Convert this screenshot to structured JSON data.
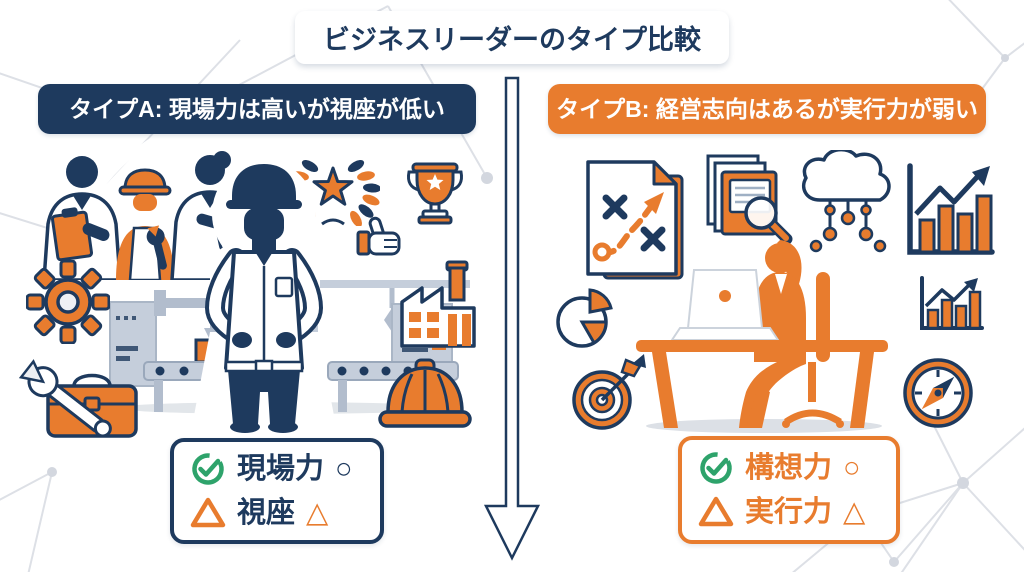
{
  "title": "ビジネスリーダーのタイプ比較",
  "colors": {
    "navy": "#1e3a5e",
    "orange": "#e87c2e",
    "green": "#2ea36b",
    "background": "#edeff3"
  },
  "center_arrow": {
    "direction": "down",
    "style": "white-long-arrow-navy-outline"
  },
  "left_panel": {
    "header": "タイプA: 現場力は高いが視座が低い",
    "illustration_icons": [
      "worker-clipboard-icon",
      "worker-hardhat-wrench-icon",
      "worker-tablet-icon",
      "laurel-star-icon",
      "trophy-icon",
      "thumbs-up-icon",
      "gear-icon",
      "factory-line-icon",
      "toolbox-wrench-icon",
      "factory-building-icon",
      "hard-hat-icon",
      "field-leader-figure"
    ],
    "traits": [
      {
        "icon": "check-circle-icon",
        "label": "現場力",
        "mark": "○"
      },
      {
        "icon": "warning-triangle-icon",
        "label": "視座",
        "mark": "△"
      }
    ]
  },
  "right_panel": {
    "header": "タイプB: 経営志向はあるが実行力が弱い",
    "illustration_icons": [
      "strategy-document-icon",
      "documents-magnifier-icon",
      "cloud-network-icon",
      "growth-chart-icon",
      "pie-chart-icon",
      "target-dart-icon",
      "planner-at-desk-figure",
      "growth-chart-small-icon",
      "compass-icon"
    ],
    "traits": [
      {
        "icon": "check-circle-icon",
        "label": "構想力",
        "mark": "○"
      },
      {
        "icon": "warning-triangle-icon",
        "label": "実行力",
        "mark": "△"
      }
    ]
  }
}
